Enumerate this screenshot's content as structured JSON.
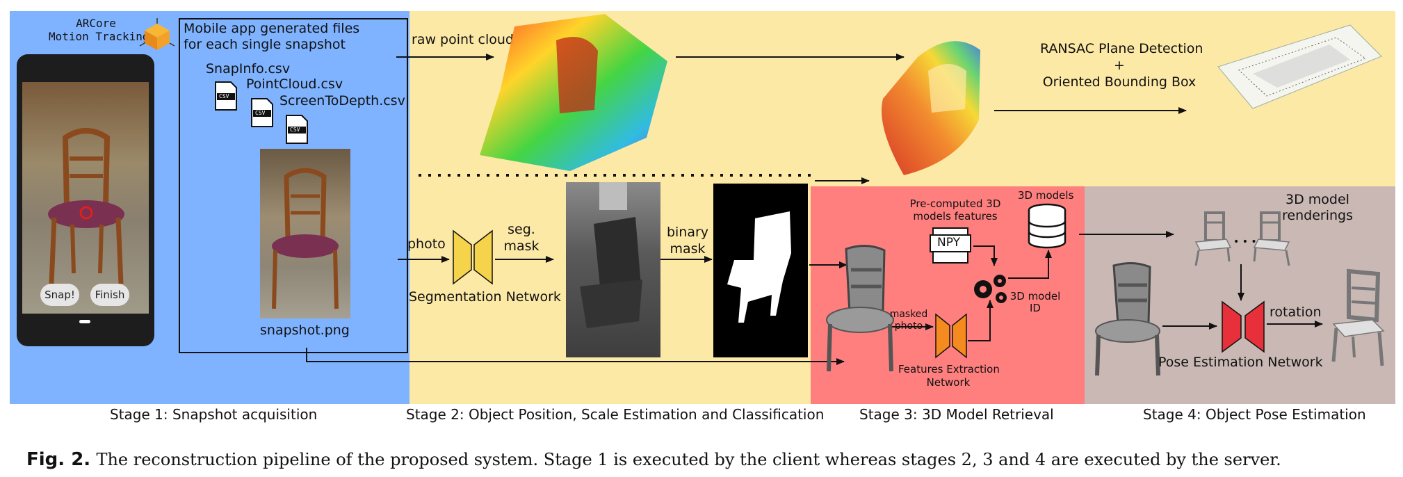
{
  "stages": {
    "s1": "Stage 1: Snapshot acquisition",
    "s2": "Stage 2: Object Position, Scale Estimation and Classification",
    "s3": "Stage 3: 3D Model Retrieval",
    "s4": "Stage 4: Object Pose Estimation"
  },
  "stage1": {
    "arcore_line1": "ARCore",
    "arcore_line2": "Motion Tracking",
    "files_title_line1": "Mobile app generated files",
    "files_title_line2": "for each single snapshot",
    "file1": "SnapInfo.csv",
    "file2": "PointCloud.csv",
    "file3": "ScreenToDepth.csv",
    "csv_tag": "CSV",
    "snapshot": "snapshot.png",
    "snap_btn": "Snap!",
    "finish_btn": "Finish"
  },
  "stage2": {
    "raw_point_cloud": "raw point cloud",
    "photo": "photo",
    "seg_mask_line1": "seg.",
    "seg_mask_line2": "mask",
    "binary_mask_line1": "binary",
    "binary_mask_line2": "mask",
    "seg_network": "Segmentation Network",
    "ransac_line1": "RANSAC Plane Detection",
    "ransac_line2": "+",
    "ransac_line3": "Oriented Bounding Box"
  },
  "stage3": {
    "precomputed_line1": "Pre-computed 3D",
    "precomputed_line2": "models features",
    "npy": "NPY",
    "models_db": "3D models",
    "masked_line1": "masked",
    "masked_line2": "photo",
    "model_id_line1": "3D model",
    "model_id_line2": "ID",
    "features_line1": "Features Extraction",
    "features_line2": "Network"
  },
  "stage4": {
    "renderings_line1": "3D model",
    "renderings_line2": "renderings",
    "dots": "• • •",
    "rotation": "rotation",
    "pose_network": "Pose Estimation Network"
  },
  "caption": {
    "label": "Fig. 2.",
    "text": "The reconstruction pipeline of the proposed system. Stage 1 is executed by the client whereas stages 2, 3 and 4 are executed by the server."
  },
  "colors": {
    "stage1_bg": "#7fb3ff",
    "stage2_bg": "#fde9a6",
    "stage3_bg": "#ff7f7f",
    "stage4_bg": "#c9b8b4",
    "seg_net": "#f5d34a",
    "feat_net": "#f58a1e",
    "pose_net": "#e8303a"
  }
}
